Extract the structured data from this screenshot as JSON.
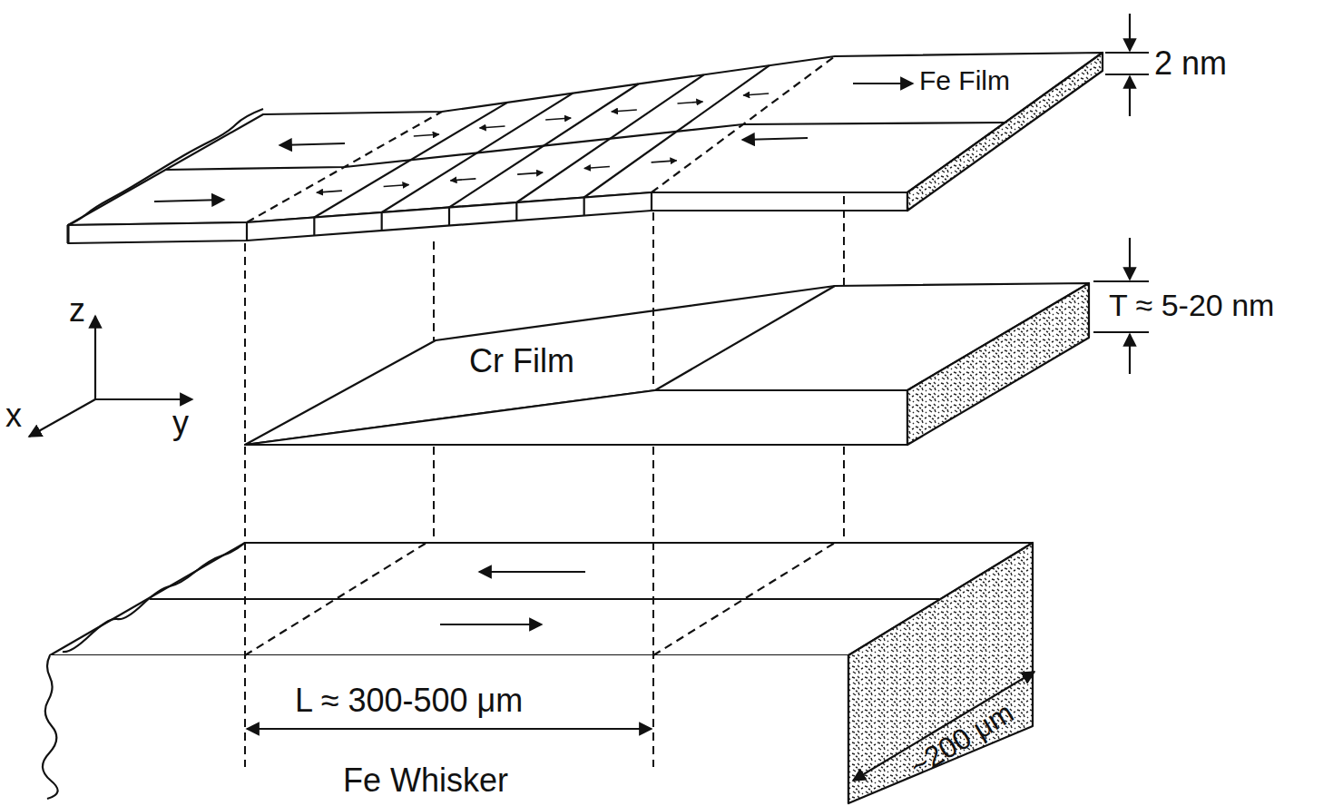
{
  "diagram": {
    "labels": [
      "Fe Film",
      "2 nm",
      "z",
      "x",
      "y",
      "Cr Film",
      "T ≈ 5-20 nm",
      "L ≈ 300-500 μm",
      "~200 μm",
      "Fe Whisker"
    ]
  }
}
